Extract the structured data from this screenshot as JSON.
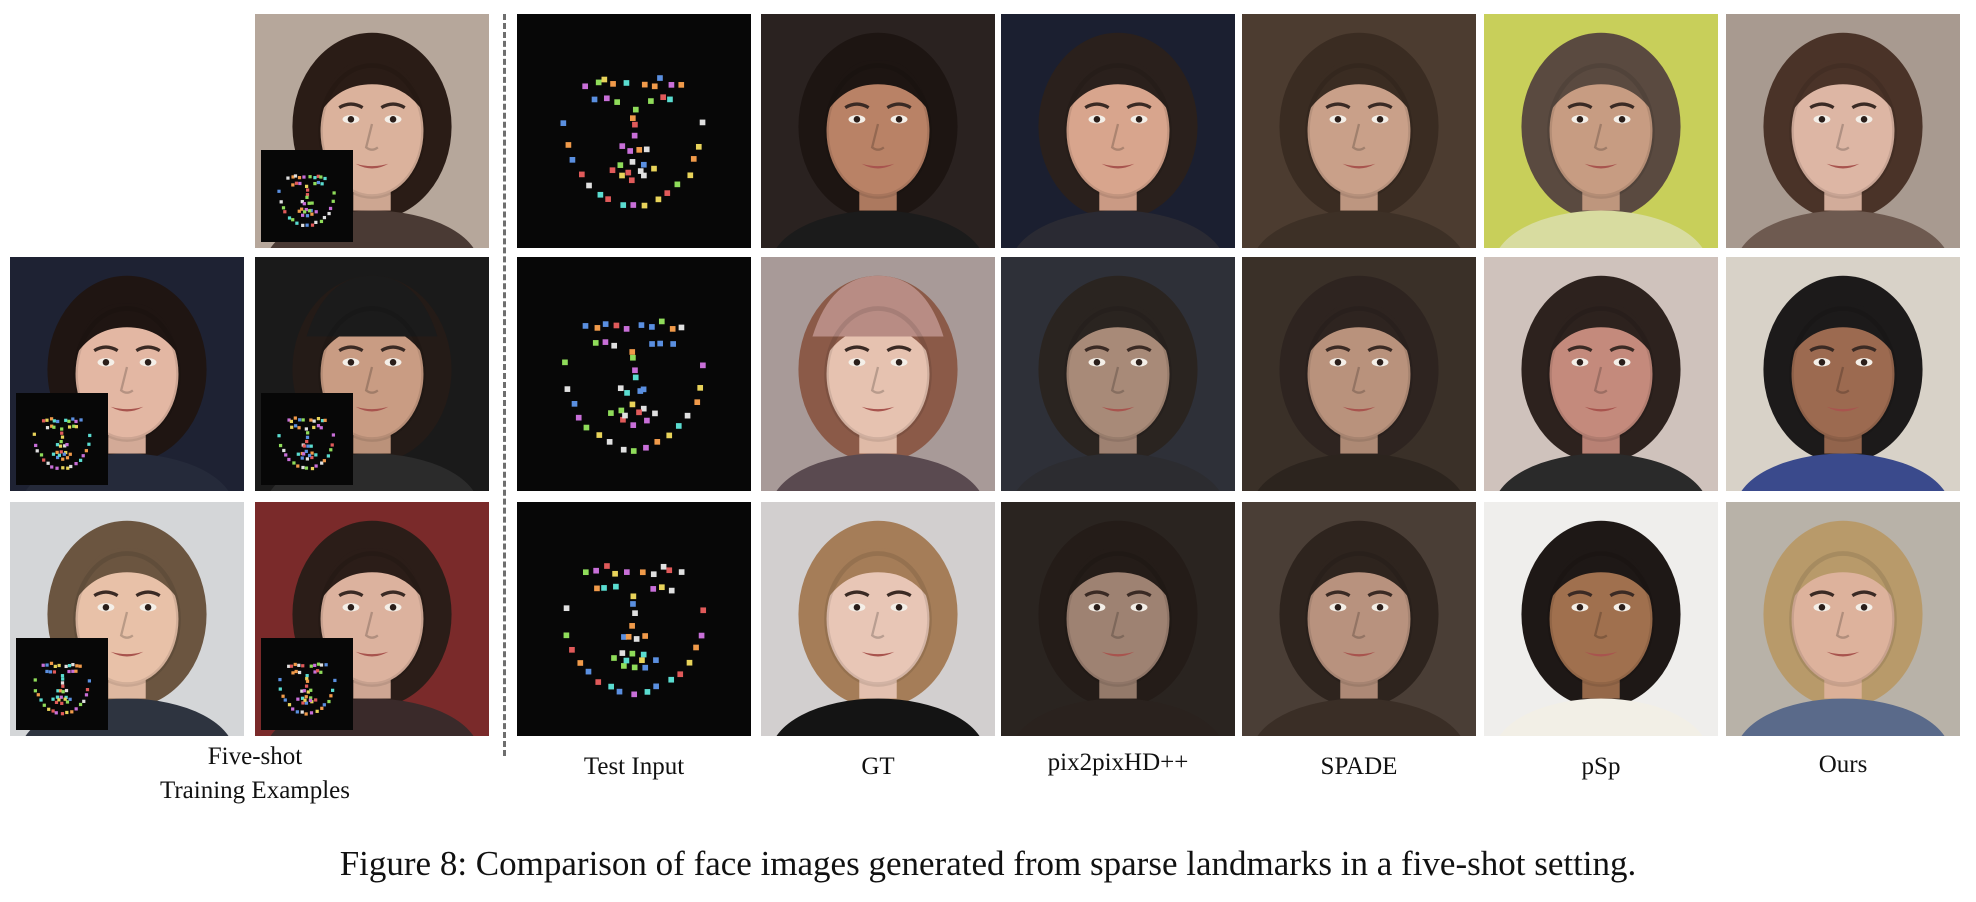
{
  "figure": {
    "caption": "Figure 8: Comparison of face images generated from sparse landmarks in a five-shot setting.",
    "column_labels": {
      "training_line1": "Five-shot",
      "training_line2": "Training Examples",
      "test_input": "Test Input",
      "gt": "GT",
      "pix2pixhd": "pix2pixHD++",
      "spade": "SPADE",
      "psp": "pSp",
      "ours": "Ours"
    }
  },
  "colors": {
    "landmark_bg": "#070707",
    "divider": "#6e6e6e",
    "landmark_dots": [
      "#e0e0e0",
      "#8fdc5a",
      "#e05a5a",
      "#5a8fe0",
      "#e8d35a",
      "#c86fd8",
      "#5adcd0",
      "#f09a4a"
    ]
  },
  "tiles": [
    {
      "name": "training-example-top",
      "kind": "face",
      "bg": "#b6a79b",
      "skin": "#dbb29c",
      "hair": "#2a1c16",
      "shirt": "#4a3a34",
      "inset": true
    },
    {
      "name": "training-example-mid-left",
      "kind": "face",
      "bg": "#1e2233",
      "skin": "#e3b7a3",
      "hair": "#1f1512",
      "shirt": "#252a3a",
      "inset": true
    },
    {
      "name": "training-example-mid-right",
      "kind": "face",
      "bg": "#1a1a1a",
      "skin": "#c99c83",
      "hair": "#241b17",
      "shirt": "#2b2b2b",
      "hat": "#1b1b1b",
      "inset": true
    },
    {
      "name": "training-example-bottom-left",
      "kind": "face",
      "bg": "#d4d6d8",
      "skin": "#e8c1a8",
      "hair": "#6b5540",
      "shirt": "#2e3440",
      "inset": true
    },
    {
      "name": "training-example-bottom-right",
      "kind": "face",
      "bg": "#7a2a2a",
      "skin": "#dcb29e",
      "hair": "#2b1d18",
      "shirt": "#3a2a2a",
      "inset": true
    },
    {
      "name": "test-input-row1",
      "kind": "landmarks",
      "seed": 3
    },
    {
      "name": "gt-row1",
      "kind": "face",
      "bg": "#2a2220",
      "skin": "#b98266",
      "hair": "#1d1512",
      "shirt": "#1b1b1b"
    },
    {
      "name": "pix2pixhd-row1",
      "kind": "face",
      "bg": "#1b1f30",
      "skin": "#d8a58d",
      "hair": "#2a201c",
      "shirt": "#2a2a33"
    },
    {
      "name": "spade-row1",
      "kind": "face",
      "bg": "#4c3c30",
      "skin": "#c9a089",
      "hair": "#3a2c22",
      "shirt": "#3d3026"
    },
    {
      "name": "psp-row1",
      "kind": "face",
      "bg": "#c8cf5a",
      "skin": "#c79c82",
      "hair": "#5a4a40",
      "shirt": "#d8dca0"
    },
    {
      "name": "ours-row1",
      "kind": "face",
      "bg": "#a89a90",
      "skin": "#ddb6a4",
      "hair": "#4a3328",
      "shirt": "#6e5a50"
    },
    {
      "name": "test-input-row2",
      "kind": "landmarks",
      "seed": 7
    },
    {
      "name": "gt-row2",
      "kind": "face",
      "bg": "#a89a98",
      "skin": "#e6c2b0",
      "hair": "#8b5a48",
      "shirt": "#5a4a50",
      "hat": "#b88c84"
    },
    {
      "name": "pix2pixhd-row2",
      "kind": "face",
      "bg": "#2e3038",
      "skin": "#a88a78",
      "hair": "#2a2420",
      "shirt": "#2c2c30"
    },
    {
      "name": "spade-row2",
      "kind": "face",
      "bg": "#3a3028",
      "skin": "#b9927c",
      "hair": "#2e2420",
      "shirt": "#2c241e"
    },
    {
      "name": "psp-row2",
      "kind": "face",
      "bg": "#cfc2bc",
      "skin": "#c48a7c",
      "hair": "#2d221e",
      "shirt": "#2a2a2a"
    },
    {
      "name": "ours-row2",
      "kind": "face",
      "bg": "#d8d2c8",
      "skin": "#9c6a50",
      "hair": "#1c1a1a",
      "shirt": "#3a4a8c"
    },
    {
      "name": "test-input-row3",
      "kind": "landmarks",
      "seed": 11
    },
    {
      "name": "gt-row3",
      "kind": "face",
      "bg": "#d2cfcf",
      "skin": "#e8c6b6",
      "hair": "#a57d58",
      "shirt": "#141414"
    },
    {
      "name": "pix2pixhd-row3",
      "kind": "face",
      "bg": "#2a2420",
      "skin": "#9e8272",
      "hair": "#241c18",
      "shirt": "#2a221e"
    },
    {
      "name": "spade-row3",
      "kind": "face",
      "bg": "#4a3e36",
      "skin": "#b8927e",
      "hair": "#2e241e",
      "shirt": "#3a2e26"
    },
    {
      "name": "psp-row3",
      "kind": "face",
      "bg": "#efeeec",
      "skin": "#a0704e",
      "hair": "#1e1816",
      "shirt": "#f2efe6"
    },
    {
      "name": "ours-row3",
      "kind": "face",
      "bg": "#b8b2a8",
      "skin": "#ddb29c",
      "hair": "#b89a6a",
      "shirt": "#5a6a8a"
    }
  ]
}
